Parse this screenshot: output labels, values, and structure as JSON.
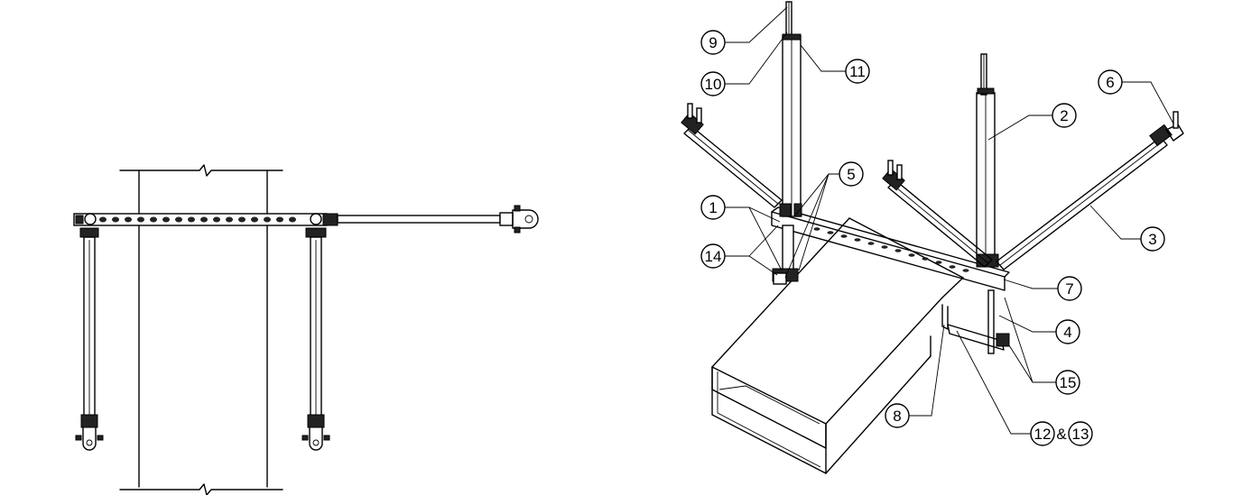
{
  "callouts": [
    {
      "id": "c9",
      "label": "9"
    },
    {
      "id": "c10",
      "label": "10"
    },
    {
      "id": "c11",
      "label": "11"
    },
    {
      "id": "c6",
      "label": "6"
    },
    {
      "id": "c2",
      "label": "2"
    },
    {
      "id": "c5",
      "label": "5"
    },
    {
      "id": "c1",
      "label": "1"
    },
    {
      "id": "c14",
      "label": "14"
    },
    {
      "id": "c3",
      "label": "3"
    },
    {
      "id": "c7",
      "label": "7"
    },
    {
      "id": "c4",
      "label": "4"
    },
    {
      "id": "c15",
      "label": "15"
    },
    {
      "id": "c8",
      "label": "8"
    },
    {
      "id": "c12",
      "label": "12"
    },
    {
      "id": "c13",
      "label": "13"
    }
  ],
  "ampersand": "&"
}
